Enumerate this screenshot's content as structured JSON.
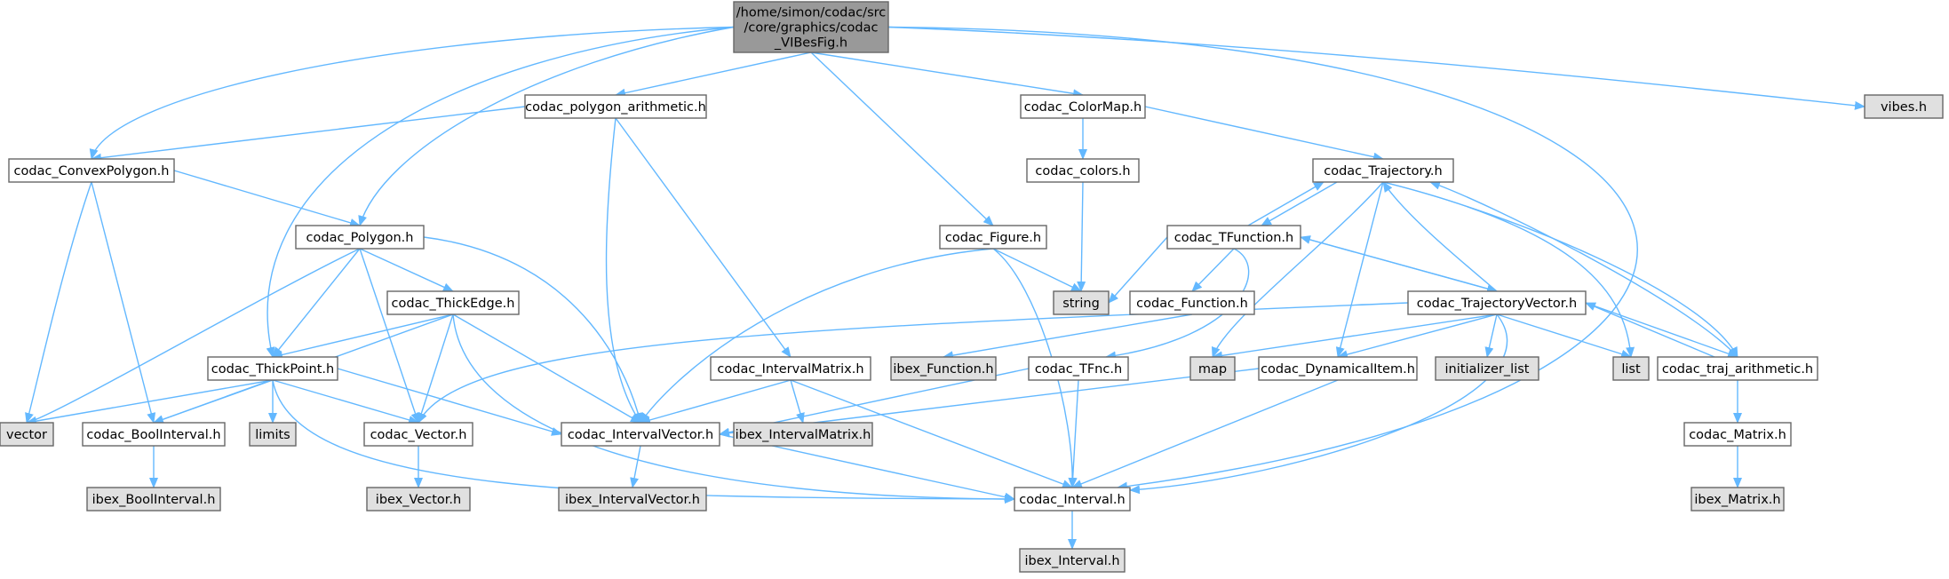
{
  "colors": {
    "edge": "#63b8ff",
    "root_fill": "#999999",
    "node_fill": "#ffffff",
    "external_fill": "#e0e0e0",
    "border": "#666666"
  },
  "nodes": [
    {
      "id": "root",
      "lines": [
        "/home/simon/codac/src",
        "/core/graphics/codac",
        "_VIBesFig.h"
      ],
      "kind": "root"
    },
    {
      "id": "polyarith",
      "lines": [
        "codac_polygon_arithmetic.h"
      ],
      "kind": "internal"
    },
    {
      "id": "colormap",
      "lines": [
        "codac_ColorMap.h"
      ],
      "kind": "internal"
    },
    {
      "id": "vibes",
      "lines": [
        "vibes.h"
      ],
      "kind": "external"
    },
    {
      "id": "convexpoly",
      "lines": [
        "codac_ConvexPolygon.h"
      ],
      "kind": "internal"
    },
    {
      "id": "colors",
      "lines": [
        "codac_colors.h"
      ],
      "kind": "internal"
    },
    {
      "id": "trajectory",
      "lines": [
        "codac_Trajectory.h"
      ],
      "kind": "internal"
    },
    {
      "id": "polygon",
      "lines": [
        "codac_Polygon.h"
      ],
      "kind": "internal"
    },
    {
      "id": "figure",
      "lines": [
        "codac_Figure.h"
      ],
      "kind": "internal"
    },
    {
      "id": "tfunction",
      "lines": [
        "codac_TFunction.h"
      ],
      "kind": "internal"
    },
    {
      "id": "thickedge",
      "lines": [
        "codac_ThickEdge.h"
      ],
      "kind": "internal"
    },
    {
      "id": "string",
      "lines": [
        "string"
      ],
      "kind": "external"
    },
    {
      "id": "function",
      "lines": [
        "codac_Function.h"
      ],
      "kind": "internal"
    },
    {
      "id": "trajvector",
      "lines": [
        "codac_TrajectoryVector.h"
      ],
      "kind": "internal"
    },
    {
      "id": "thickpoint",
      "lines": [
        "codac_ThickPoint.h"
      ],
      "kind": "internal"
    },
    {
      "id": "intervalmatrix",
      "lines": [
        "codac_IntervalMatrix.h"
      ],
      "kind": "internal"
    },
    {
      "id": "ibexfunction",
      "lines": [
        "ibex_Function.h"
      ],
      "kind": "external"
    },
    {
      "id": "tfnc",
      "lines": [
        "codac_TFnc.h"
      ],
      "kind": "internal"
    },
    {
      "id": "map",
      "lines": [
        "map"
      ],
      "kind": "external"
    },
    {
      "id": "dynamicalitem",
      "lines": [
        "codac_DynamicalItem.h"
      ],
      "kind": "internal"
    },
    {
      "id": "initlist",
      "lines": [
        "initializer_list"
      ],
      "kind": "external"
    },
    {
      "id": "list",
      "lines": [
        "list"
      ],
      "kind": "external"
    },
    {
      "id": "trajarith",
      "lines": [
        "codac_traj_arithmetic.h"
      ],
      "kind": "internal"
    },
    {
      "id": "vector",
      "lines": [
        "vector"
      ],
      "kind": "external"
    },
    {
      "id": "boolinterval",
      "lines": [
        "codac_BoolInterval.h"
      ],
      "kind": "internal"
    },
    {
      "id": "limits",
      "lines": [
        "limits"
      ],
      "kind": "external"
    },
    {
      "id": "cvector",
      "lines": [
        "codac_Vector.h"
      ],
      "kind": "internal"
    },
    {
      "id": "intervalvector",
      "lines": [
        "codac_IntervalVector.h"
      ],
      "kind": "internal"
    },
    {
      "id": "ibexintervalmatrix",
      "lines": [
        "ibex_IntervalMatrix.h"
      ],
      "kind": "external"
    },
    {
      "id": "matrix",
      "lines": [
        "codac_Matrix.h"
      ],
      "kind": "internal"
    },
    {
      "id": "ibexboolinterval",
      "lines": [
        "ibex_BoolInterval.h"
      ],
      "kind": "external"
    },
    {
      "id": "ibexvector",
      "lines": [
        "ibex_Vector.h"
      ],
      "kind": "external"
    },
    {
      "id": "ibexintervalvector",
      "lines": [
        "ibex_IntervalVector.h"
      ],
      "kind": "external"
    },
    {
      "id": "interval",
      "lines": [
        "codac_Interval.h"
      ],
      "kind": "internal"
    },
    {
      "id": "ibexmatrix",
      "lines": [
        "ibex_Matrix.h"
      ],
      "kind": "external"
    },
    {
      "id": "ibexinterval",
      "lines": [
        "ibex_Interval.h"
      ],
      "kind": "external"
    }
  ],
  "edges": [
    [
      "root",
      "polyarith"
    ],
    [
      "root",
      "colormap"
    ],
    [
      "root",
      "vibes"
    ],
    [
      "root",
      "convexpoly"
    ],
    [
      "root",
      "polygon"
    ],
    [
      "root",
      "figure"
    ],
    [
      "root",
      "thickpoint"
    ],
    [
      "root",
      "interval"
    ],
    [
      "polyarith",
      "convexpoly"
    ],
    [
      "polyarith",
      "intervalmatrix"
    ],
    [
      "polyarith",
      "intervalvector"
    ],
    [
      "colormap",
      "colors"
    ],
    [
      "colormap",
      "trajectory"
    ],
    [
      "convexpoly",
      "polygon"
    ],
    [
      "convexpoly",
      "vector"
    ],
    [
      "convexpoly",
      "boolinterval"
    ],
    [
      "colors",
      "string"
    ],
    [
      "trajectory",
      "tfunction"
    ],
    [
      "trajectory",
      "map"
    ],
    [
      "trajectory",
      "dynamicalitem"
    ],
    [
      "trajectory",
      "list"
    ],
    [
      "trajectory",
      "trajarith"
    ],
    [
      "polygon",
      "thickedge"
    ],
    [
      "polygon",
      "thickpoint"
    ],
    [
      "polygon",
      "vector"
    ],
    [
      "polygon",
      "cvector"
    ],
    [
      "polygon",
      "intervalvector"
    ],
    [
      "figure",
      "string"
    ],
    [
      "figure",
      "intervalvector"
    ],
    [
      "figure",
      "interval"
    ],
    [
      "tfunction",
      "trajectory"
    ],
    [
      "tfunction",
      "string"
    ],
    [
      "tfunction",
      "function"
    ],
    [
      "tfunction",
      "trajvector"
    ],
    [
      "tfunction",
      "tfnc"
    ],
    [
      "thickedge",
      "thickpoint"
    ],
    [
      "thickedge",
      "boolinterval"
    ],
    [
      "thickedge",
      "cvector"
    ],
    [
      "thickedge",
      "intervalvector"
    ],
    [
      "thickedge",
      "interval"
    ],
    [
      "function",
      "ibexfunction"
    ],
    [
      "trajvector",
      "trajectory"
    ],
    [
      "trajvector",
      "tfunction"
    ],
    [
      "trajvector",
      "map"
    ],
    [
      "trajvector",
      "dynamicalitem"
    ],
    [
      "trajvector",
      "initlist"
    ],
    [
      "trajvector",
      "list"
    ],
    [
      "trajvector",
      "trajarith"
    ],
    [
      "trajvector",
      "cvector"
    ],
    [
      "trajvector",
      "interval"
    ],
    [
      "thickpoint",
      "vector"
    ],
    [
      "thickpoint",
      "boolinterval"
    ],
    [
      "thickpoint",
      "limits"
    ],
    [
      "thickpoint",
      "cvector"
    ],
    [
      "thickpoint",
      "intervalvector"
    ],
    [
      "thickpoint",
      "interval"
    ],
    [
      "intervalmatrix",
      "intervalvector"
    ],
    [
      "intervalmatrix",
      "ibexintervalmatrix"
    ],
    [
      "intervalmatrix",
      "interval"
    ],
    [
      "tfnc",
      "intervalvector"
    ],
    [
      "tfnc",
      "interval"
    ],
    [
      "dynamicalitem",
      "intervalvector"
    ],
    [
      "dynamicalitem",
      "interval"
    ],
    [
      "trajarith",
      "trajectory"
    ],
    [
      "trajarith",
      "trajvector"
    ],
    [
      "trajarith",
      "matrix"
    ],
    [
      "boolinterval",
      "ibexboolinterval"
    ],
    [
      "cvector",
      "ibexvector"
    ],
    [
      "intervalvector",
      "ibexintervalvector"
    ],
    [
      "intervalvector",
      "interval"
    ],
    [
      "matrix",
      "ibexmatrix"
    ],
    [
      "interval",
      "ibexinterval"
    ]
  ]
}
